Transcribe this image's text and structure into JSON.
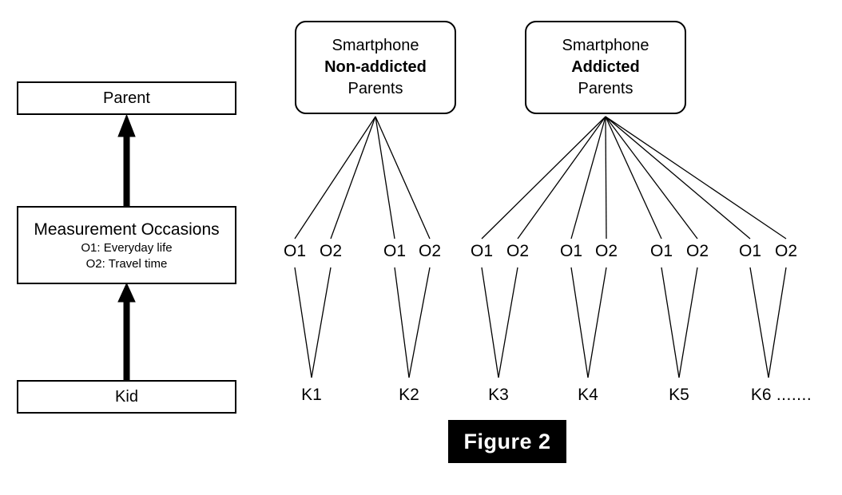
{
  "figure": {
    "caption": "Figure 2",
    "caption_bg": "#000000",
    "caption_fg": "#ffffff"
  },
  "legend": {
    "parent": {
      "title": "Parent"
    },
    "occasions": {
      "title": "Measurement Occasions",
      "sub1": "O1: Everyday life",
      "sub2": "O2: Travel time"
    },
    "kid": {
      "title": "Kid"
    },
    "arrow_color": "#000000"
  },
  "model": {
    "groups": [
      {
        "line1": "Smartphone",
        "line2": "Non-addicted",
        "line3": "Parents",
        "children": 2
      },
      {
        "line1": "Smartphone",
        "line2": "Addicted",
        "line3": "Parents",
        "children": 4
      }
    ],
    "occasion_labels": [
      "O1",
      "O2",
      "O1",
      "O2",
      "O1",
      "O2",
      "O1",
      "O2",
      "O1",
      "O2",
      "O1",
      "O2"
    ],
    "kid_labels": [
      {
        "text": "K1",
        "trailing": ""
      },
      {
        "text": "K2",
        "trailing": ""
      },
      {
        "text": "K3",
        "trailing": ""
      },
      {
        "text": "K4",
        "trailing": ""
      },
      {
        "text": "K5",
        "trailing": ""
      },
      {
        "text": "K6",
        "trailing": " ......."
      }
    ],
    "line_color": "#000000"
  }
}
